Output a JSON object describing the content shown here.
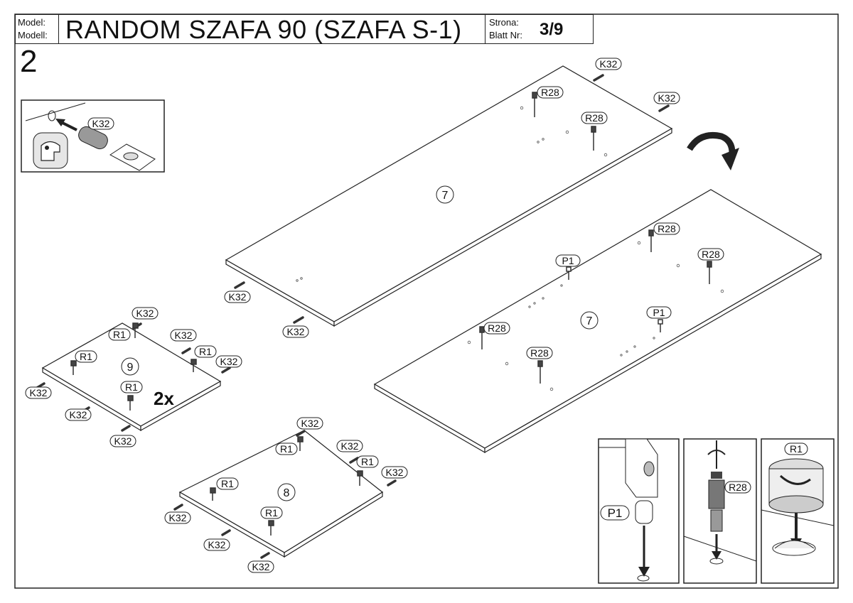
{
  "header": {
    "model_label": "Model:",
    "modell_label": "Modell:",
    "title": "RANDOM SZAFA 90 (SZAFA S-1)",
    "strona_label": "Strona:",
    "blatt_label": "Blatt Nr:",
    "page": "3/9"
  },
  "step": "2",
  "multiplier": "2x",
  "parts": {
    "k32": "K32",
    "r28": "R28",
    "r1": "R1",
    "p1": "P1",
    "panel7": "7",
    "panel8": "8",
    "panel9": "9"
  },
  "colors": {
    "line": "#222222",
    "panel_fill": "#ffffff",
    "dowel": "#555555"
  },
  "icons": [
    "rotate-arrow-icon",
    "hammer-icon",
    "screwdriver-icon",
    "insert-arrow-icon"
  ]
}
